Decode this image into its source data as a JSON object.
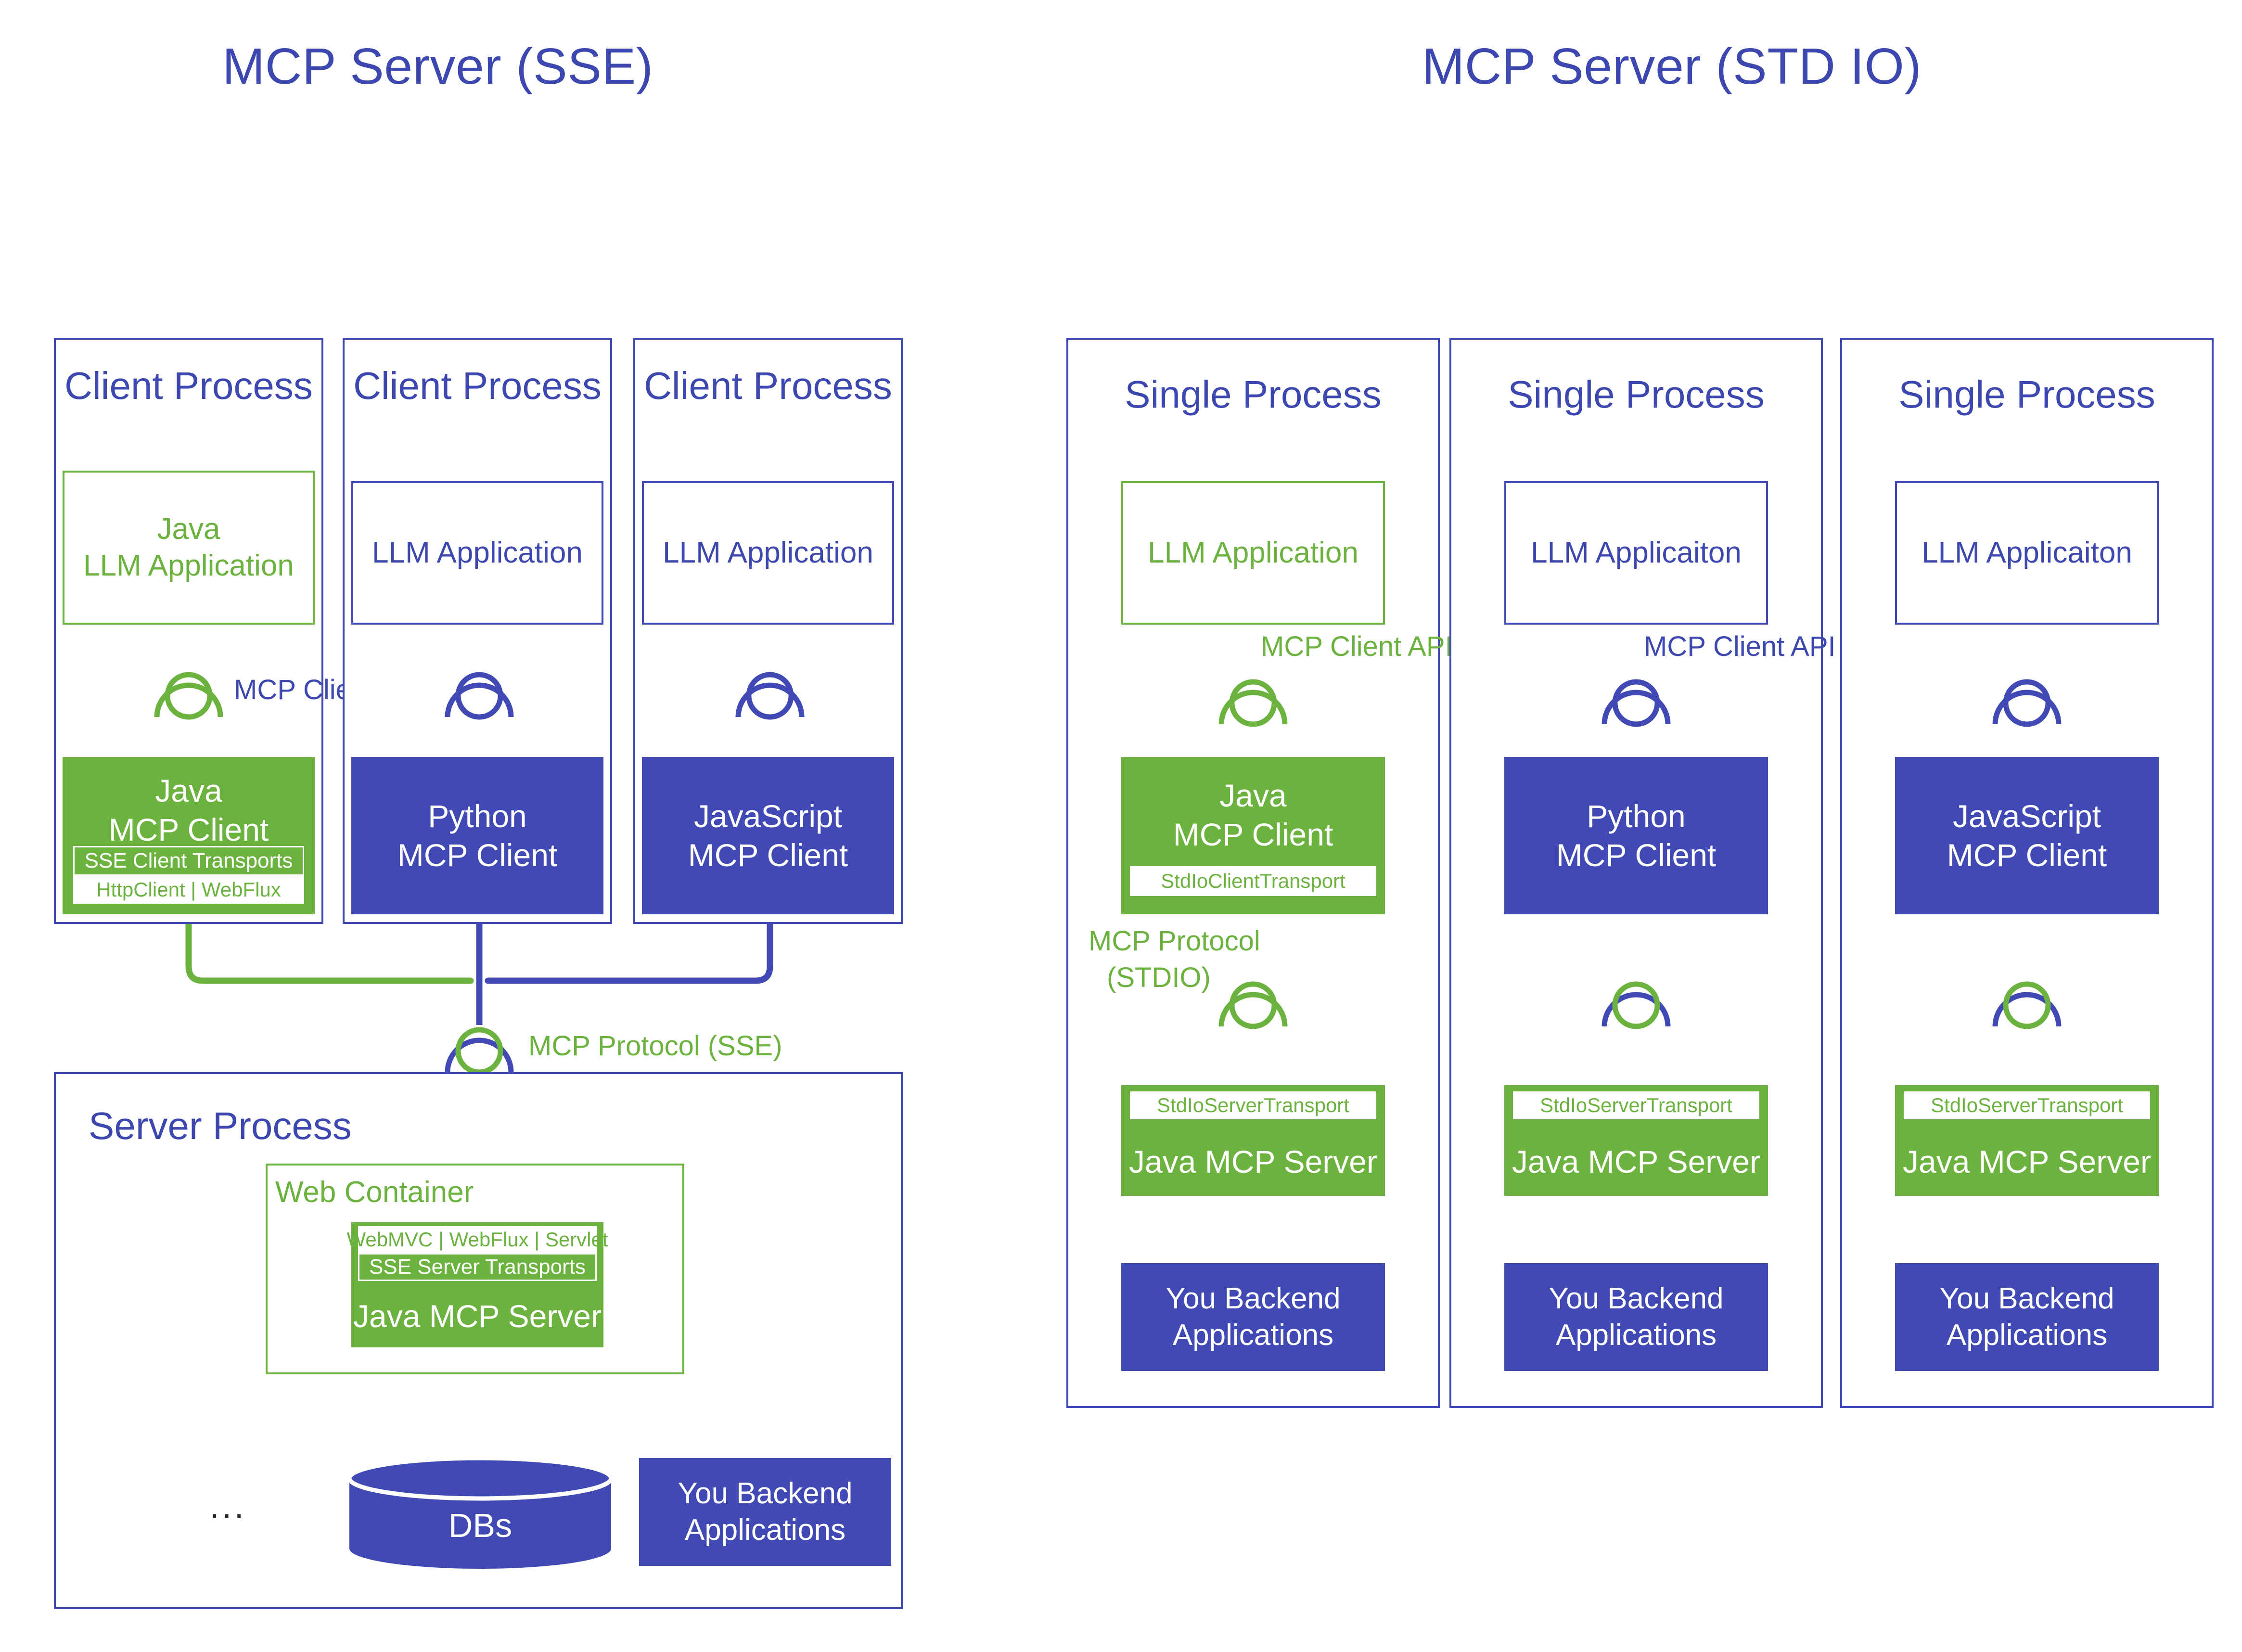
{
  "colors": {
    "blue": "#4149b4",
    "blue_text": "#3d47b0",
    "green": "#6bb23e",
    "white": "#ffffff"
  },
  "panels": [
    {
      "id": "sse",
      "title": "MCP Server (SSE)"
    },
    {
      "id": "stdio",
      "title": "MCP Server (STD IO)"
    }
  ],
  "sse": {
    "clients": [
      {
        "process_label": "Client Process",
        "app": {
          "line1": "Java",
          "line2": "LLM Application",
          "style": "outline-green"
        },
        "connector": {
          "arc": "green",
          "circle": "green"
        },
        "connector_label": "MCP Client API",
        "connector_label_color": "blue",
        "client": {
          "line1": "Java",
          "line2": "MCP Client",
          "style": "fill-green",
          "strips": [
            {
              "text": "SSE Client Transports",
              "style": "white-outline"
            },
            {
              "text": "HttpClient | WebFlux",
              "style": "green-on-white"
            }
          ]
        }
      },
      {
        "process_label": "Client Process",
        "app": {
          "line1": "LLM Application",
          "line2": "",
          "style": "outline-blue"
        },
        "connector": {
          "arc": "blue",
          "circle": "blue"
        },
        "connector_label": "",
        "connector_label_color": "blue",
        "client": {
          "line1": "Python",
          "line2": "MCP Client",
          "style": "fill-blue",
          "strips": []
        }
      },
      {
        "process_label": "Client Process",
        "app": {
          "line1": "LLM Application",
          "line2": "",
          "style": "outline-blue"
        },
        "connector": {
          "arc": "blue",
          "circle": "blue"
        },
        "connector_label": "",
        "connector_label_color": "blue",
        "client": {
          "line1": "JavaScript",
          "line2": "MCP Client",
          "style": "fill-blue",
          "strips": []
        }
      }
    ],
    "protocol_connector": {
      "arc": "blue",
      "circle": "green"
    },
    "protocol_label": "MCP Protocol (SSE)",
    "protocol_label_color": "green",
    "server_process_label": "Server Process",
    "web_container_label": "Web Container",
    "server": {
      "title": "Java MCP Server",
      "style": "fill-green",
      "strips": [
        {
          "text": "WebMVC | WebFlux | Servlet",
          "style": "green-on-white"
        },
        {
          "text": "SSE Server Transports",
          "style": "white-outline"
        }
      ]
    },
    "backends": {
      "ellipsis": "...",
      "db_label": "DBs",
      "app": {
        "line1": "You Backend",
        "line2": "Applications",
        "style": "fill-blue"
      }
    }
  },
  "stdio": {
    "columns": [
      {
        "process_label": "Single Process",
        "app": {
          "line1": "LLM Application",
          "style": "outline-green"
        },
        "client_api_connector": {
          "arc": "green",
          "circle": "green"
        },
        "client_api_label": "MCP Client API",
        "client_api_label_color": "green",
        "client": {
          "line1": "Java",
          "line2": "MCP Client",
          "style": "fill-green",
          "strip": {
            "text": "StdIoClientTransport",
            "style": "green-on-white"
          }
        },
        "protocol_label_line1": "MCP Protocol",
        "protocol_label_line2": "(STDIO)",
        "protocol_label_color": "green",
        "protocol_connector": {
          "arc": "green",
          "circle": "green"
        },
        "server": {
          "title": "Java MCP Server",
          "style": "fill-green",
          "strip": {
            "text": "StdIoServerTransport",
            "style": "green-on-white"
          }
        },
        "backend": {
          "line1": "You Backend",
          "line2": "Applications",
          "style": "fill-blue"
        }
      },
      {
        "process_label": "Single Process",
        "app": {
          "line1": "LLM Applicaiton",
          "style": "outline-blue"
        },
        "client_api_connector": {
          "arc": "blue",
          "circle": "blue"
        },
        "client_api_label": "MCP Client API",
        "client_api_label_color": "blue",
        "client": {
          "line1": "Python",
          "line2": "MCP Client",
          "style": "fill-blue",
          "strip": null
        },
        "protocol_label_line1": "",
        "protocol_label_line2": "",
        "protocol_label_color": "blue",
        "protocol_connector": {
          "arc": "blue",
          "circle": "green"
        },
        "server": {
          "title": "Java MCP Server",
          "style": "fill-green",
          "strip": {
            "text": "StdIoServerTransport",
            "style": "green-on-white"
          }
        },
        "backend": {
          "line1": "You Backend",
          "line2": "Applications",
          "style": "fill-blue"
        }
      },
      {
        "process_label": "Single Process",
        "app": {
          "line1": "LLM Applicaiton",
          "style": "outline-blue"
        },
        "client_api_connector": {
          "arc": "blue",
          "circle": "blue"
        },
        "client_api_label": "",
        "client_api_label_color": "blue",
        "client": {
          "line1": "JavaScript",
          "line2": "MCP Client",
          "style": "fill-blue",
          "strip": null
        },
        "protocol_label_line1": "",
        "protocol_label_line2": "",
        "protocol_label_color": "blue",
        "protocol_connector": {
          "arc": "blue",
          "circle": "green"
        },
        "server": {
          "title": "Java MCP Server",
          "style": "fill-green",
          "strip": {
            "text": "StdIoServerTransport",
            "style": "green-on-white"
          }
        },
        "backend": {
          "line1": "You Backend",
          "line2": "Applications",
          "style": "fill-blue"
        }
      }
    ]
  }
}
